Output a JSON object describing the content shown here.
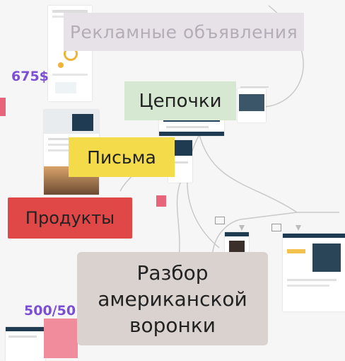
{
  "stickers": {
    "ads": "Рекламные объявления",
    "chains": "Цепочки",
    "letters": "Письма",
    "products": "Продукты",
    "analysis": "Разбор американской воронки"
  },
  "prices": {
    "first": "675$",
    "second": "500/50"
  },
  "colors": {
    "price": "#7a4fd6",
    "chains": "#d6e8d2",
    "letters": "#f3db4a",
    "products": "#e04848",
    "analysis": "#d9d2cf",
    "ads": "#e6e2e8"
  }
}
